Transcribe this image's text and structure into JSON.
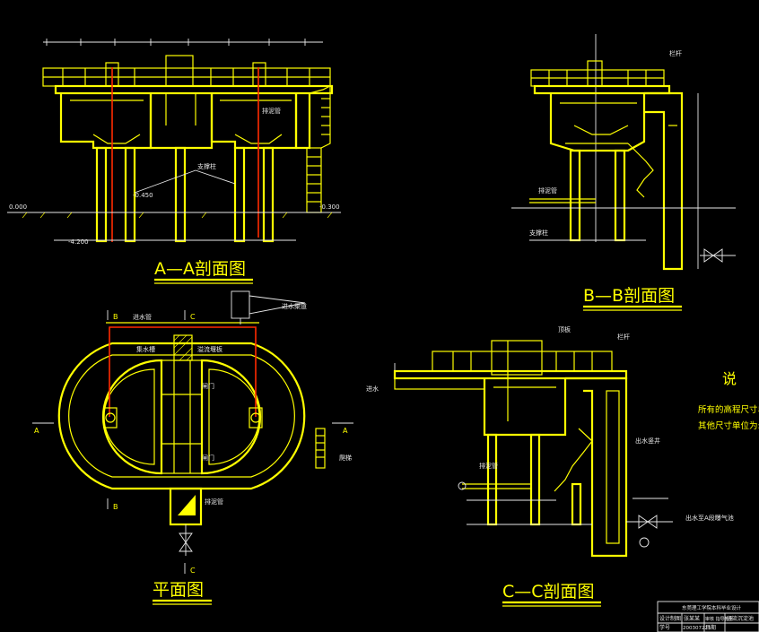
{
  "titles": {
    "aa": "A—A剖面图",
    "bb": "B—B剖面图",
    "plan": "平面图",
    "cc": "C—C剖面图"
  },
  "labels": {
    "aa_support": "支撑柱",
    "aa_pipe": "排泥管",
    "bb_rail": "栏杆",
    "bb_pipe": "排泥管",
    "bb_support": "支撑柱",
    "plan_inlet_pipe": "进水管",
    "plan_inlet_channel": "进水渠道",
    "plan_collect": "集水槽",
    "plan_gate1": "闸门",
    "plan_gate2": "闸门",
    "plan_overflow": "溢流堰板",
    "plan_ladder": "爬梯",
    "plan_sludge": "排泥管",
    "cc_inlet": "进水",
    "cc_rail": "栏杆",
    "cc_top": "顶板",
    "cc_outlet_well": "出水竖井",
    "cc_pipe": "排泥管",
    "cc_to_tank": "出水至A段曝气池",
    "sec_a": "A",
    "sec_b": "B",
    "sec_c": "C"
  },
  "notes": {
    "heading": "说",
    "line1": "所有的高程尺寸单位",
    "line2": "其他尺寸单位为: m"
  },
  "titleblock": {
    "school": "东莞理工学院本科毕业设计",
    "r1c1": "设计制图",
    "r1c2": "张某某",
    "r1c3": "审核 指导教师",
    "r1c4": "竖流沉淀池",
    "r2c1": "学号",
    "r2c2": "200307225",
    "r2c3": "日期"
  }
}
